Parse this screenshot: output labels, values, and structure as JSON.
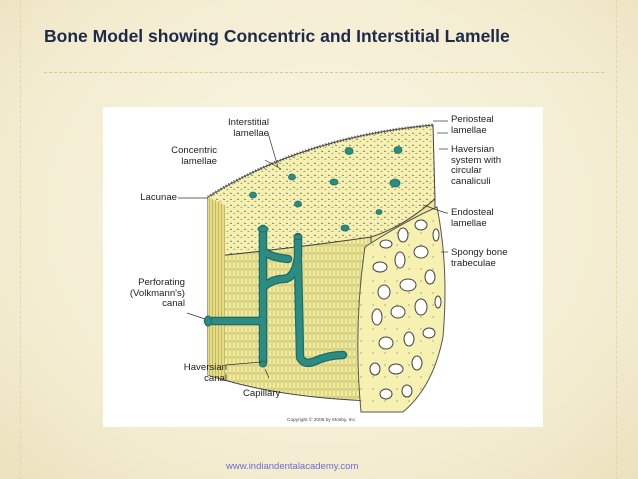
{
  "slide": {
    "title": "Bone Model showing Concentric and Interstitial Lamelle",
    "footer_url": "www.indiandentalacademy.com"
  },
  "diagram": {
    "labels": {
      "interstitial": [
        "Interstitial",
        "lamellae"
      ],
      "concentric": [
        "Concentric",
        "lamellae"
      ],
      "lacunae": "Lacunae",
      "perforating": [
        "Perforating",
        "(Volkmann's)",
        "canal"
      ],
      "haversian_canal": [
        "Haversian",
        "canal"
      ],
      "capillary": "Capillary",
      "periosteal": [
        "Periosteal",
        "lamellae"
      ],
      "haversian_system": [
        "Haversian",
        "system with",
        "circular",
        "canaliculi"
      ],
      "endosteal": [
        "Endosteal",
        "lamellae"
      ],
      "spongy": [
        "Spongy bone",
        "trabeculae"
      ]
    },
    "copyright": "Copyright © 2006 by Mosby, Inc.",
    "colors": {
      "bone_fill": "#f6f1b0",
      "bone_shade": "#e9e089",
      "canal": "#2c8c83",
      "canal_dark": "#1e6c66",
      "ink": "#333333"
    }
  }
}
